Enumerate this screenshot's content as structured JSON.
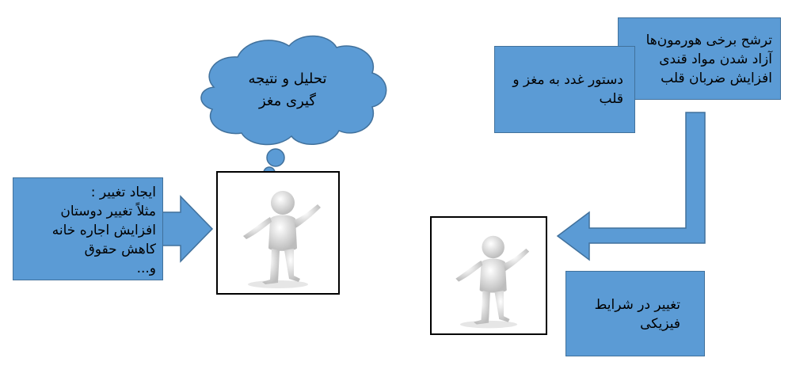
{
  "thought_cloud": {
    "text": "تحلیل و نتیجه\nگیری مغز"
  },
  "change_box": {
    "text": "ایجاد تغییر :\nمثلاً  تغییر دوستان\nافزایش اجاره خانه\nکاهش حقوق\nو..."
  },
  "hormone_box": {
    "text": "ترشح برخی هورمون‌ها\nآزاد شدن مواد قندی\nافزایش ضربان قلب"
  },
  "command_box": {
    "text": "دستور غدد به مغز و\nقلب"
  },
  "physical_box": {
    "text": "تغییر در شرایط\nفیزیکی"
  },
  "colors": {
    "box_fill": "#5b9bd5",
    "box_border": "#41719c"
  }
}
